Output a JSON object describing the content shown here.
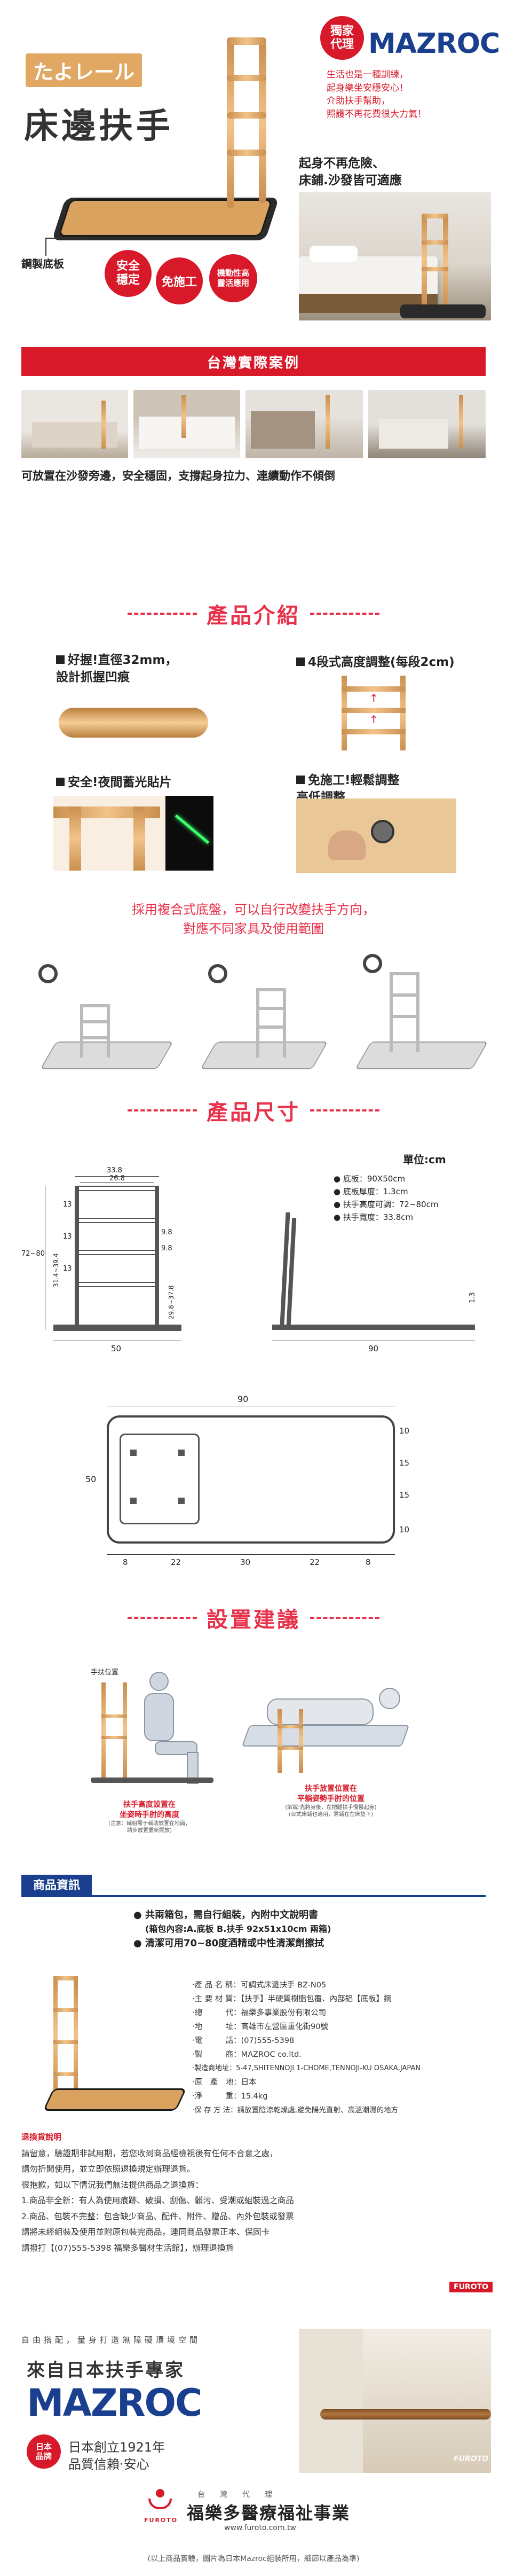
{
  "hero": {
    "logo_jp": "たよレール",
    "title": "床邊扶手",
    "exclusive_badge": "獨家\n代理",
    "brand": "MAZROC",
    "tagline": [
      "生活也是一種訓練，",
      "起身樂坐安穩安心！",
      "介助扶手幫助，",
      "照護不再花費很大力氣！"
    ],
    "headline": [
      "起身不再危險、",
      "床鋪.沙發皆可適應"
    ],
    "base_label": "鋼製底板",
    "badge_safe": "安全\n穩定",
    "badge_tool": "免施工",
    "badge_mobile": "機動性高\n靈活應用"
  },
  "cases": {
    "title": "台灣實際案例",
    "caption": "可放置在沙發旁邊，安全穩固，支撐起身拉力、連續動作不傾倒"
  },
  "intro": {
    "title": "產品介紹",
    "feature1": [
      "好握!直徑32mm，",
      "設計抓握凹痕"
    ],
    "feature2": "4段式高度調整(每段2cm)",
    "feature3": "安全!夜間蓄光貼片",
    "feature4": [
      "免施工!輕鬆調整",
      "高低調整"
    ],
    "base_note": [
      "採用複合式底盤，可以自行改變扶手方向，",
      "對應不同家具及使用範圍"
    ]
  },
  "size": {
    "title": "產品尺寸",
    "unit": "單位:cm",
    "specs": [
      "底板：90X50cm",
      "底板厚度：1.3cm",
      "扶手高度可調：72~80cm",
      "扶手寬度：33.8cm"
    ],
    "dims_front": [
      "33.8",
      "26.8",
      "13",
      "13",
      "13",
      "9.8",
      "9.8",
      "72~80",
      "31.4~39.4",
      "29.8~37.8",
      "50"
    ],
    "dims_side": [
      "90",
      "1.3"
    ],
    "dims_top": [
      "90",
      "50",
      "10",
      "15",
      "15",
      "10",
      "8",
      "22",
      "30",
      "22",
      "8"
    ]
  },
  "setup": {
    "title": "設置建議",
    "label_handgrip": "手扶位置",
    "caption_left": [
      "扶手高度設置在",
      "坐姿時手肘的高度"
    ],
    "note_left": [
      "(注意：輔組需于輔助放置在地面，",
      "請步放置重新擺放)"
    ],
    "caption_right": [
      "扶手放置位置在",
      "平躺姿勢手肘的位置"
    ],
    "note_right": [
      "(解說:先將身後，在把腿扶手慢慢起身)",
      "(日式床鋪也適用，需鋪在在床墊下)"
    ]
  },
  "info": {
    "tab": "商品資訊",
    "bullets": [
      "共兩箱包，需自行組裝，內附中文說明書",
      "(箱包內容:A.底板 B.扶手 92x51x10cm 兩箱)",
      "清潔可用70~80度酒精或中性清潔劑擦拭"
    ],
    "rows": [
      "‧產 品 名 稱：可調式床邊扶手 BZ-N05",
      "‧主 要 材 質：【扶手】半硬質樹脂包覆、內部鋁【底板】鋼",
      "‧總　　　代：福樂多事業股份有限公司",
      "‧地　　　址：高雄市左營區重化街90號",
      "‧電　　　話：(07)555-5398",
      "‧製　　　商：MAZROC  co.ltd.",
      "‧製造商地址：5-47,SHITENNOJI 1-CHOME,TENNOJI-KU OSAKA,JAPAN",
      "‧原　產　地：日本",
      "‧淨　　　重：15.4kg",
      "‧保 存 方 法：請放置陰涼乾燥處,避免陽光直射、高溫潮濕的地方"
    ],
    "return_title": "退換貨說明",
    "returns": [
      "請留意，驗證期非試用期，若您收到商品經檢視後有任何不合意之處，",
      "請勿折開使用，並立即依照退換規定辦理退貨。",
      "很抱歉，如以下情況我們無法提供商品之退換貨：",
      "1.商品非全新：有人為使用痕跡、破損、刮傷、髒污、受潮或組裝過之商品",
      "2.商品、包裝不完整：包含缺少商品、配件、附件、贈品、內外包裝或發票",
      "請將未經組裝及使用並附原包裝完商品，連同商品發票正本、保固卡",
      "請撥打【(07)555-5398 福樂多醫材生活館】，辦理退換貨"
    ],
    "furoto_tag": "FUROTO"
  },
  "footer": {
    "slogan": "自由搭配，量身打造無障礙環境空間",
    "line1": "來自日本扶手專家",
    "brand": "MAZROC",
    "badge": "日本\n品牌",
    "founded": "日本創立1921年",
    "quality": "品質信賴‧安心",
    "agent_label": "台　　灣　　代　　理",
    "company": "福樂多醫療福祉事業",
    "url": "www.furoto.com.tw",
    "furoto_logo": "FUROTO",
    "photo_watermark": "FUROTO",
    "disclaimer": "(以上商品實驗，圖片為日本Mazroc組裝所用，細節以產品為準)"
  },
  "colors": {
    "accent": "#d7192a",
    "pink": "#e8314a",
    "brand_blue": "#1b3f8f",
    "wood": "#e0a862"
  }
}
